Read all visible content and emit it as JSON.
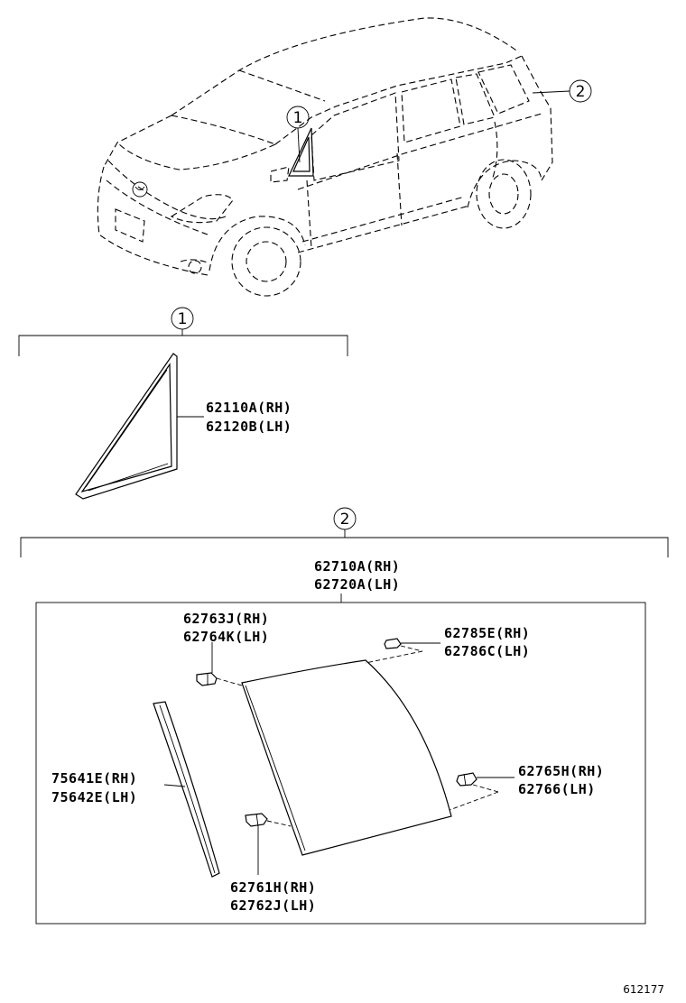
{
  "callouts": {
    "one": "1",
    "two": "2"
  },
  "quarter_window": {
    "part_rh": "62110A(RH)",
    "part_lh": "62120B(LH)"
  },
  "back_window": {
    "glass_rh": "62710A(RH)",
    "glass_lh": "62720A(LH)",
    "clip_upper_rh": "62763J(RH)",
    "clip_upper_lh": "62764K(LH)",
    "stopper_upper_rh": "62785E(RH)",
    "stopper_upper_lh": "62786C(LH)",
    "moulding_rh": "75641E(RH)",
    "moulding_lh": "75642E(LH)",
    "stopper_lower_rh": "62765H(RH)",
    "stopper_lower_lh": "62766(LH)",
    "clip_lower_rh": "62761H(RH)",
    "clip_lower_lh": "62762J(LH)"
  },
  "diagram_ref": "612177",
  "icons": [
    "car-outline-icon",
    "quarter-glass-icon",
    "back-glass-icon",
    "moulding-icon",
    "clip-icon",
    "stopper-icon"
  ]
}
